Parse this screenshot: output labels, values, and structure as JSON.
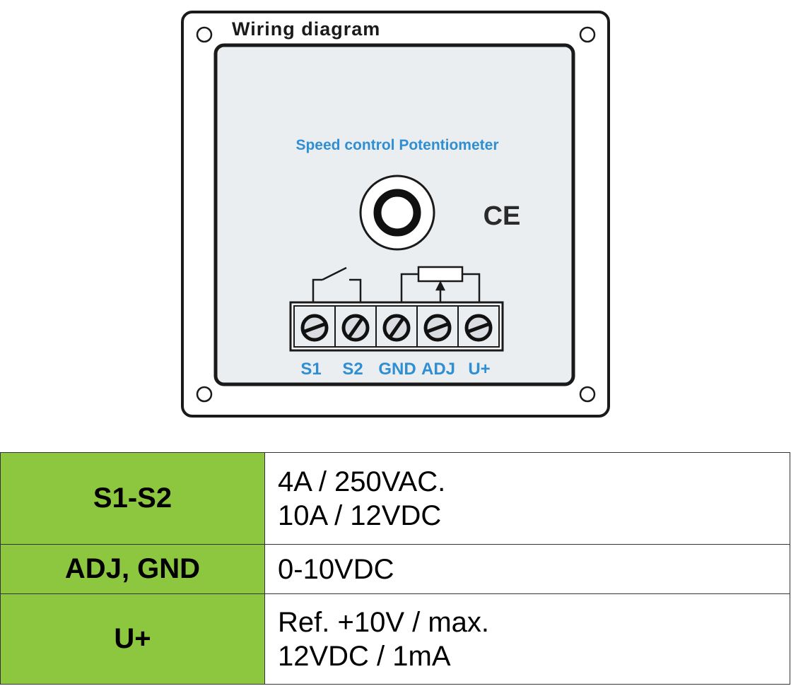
{
  "diagram": {
    "title": "Wiring diagram",
    "subtitle": "Speed control Potentiometer",
    "ce_mark": "CE",
    "terminals": [
      "S1",
      "S2",
      "GND",
      "ADJ",
      "U+"
    ],
    "colors": {
      "label_blue": "#2f8fd2",
      "panel_gray": "#ebeef1",
      "outline": "#1a1a1a"
    }
  },
  "specs": {
    "rows": [
      {
        "key": "S1-S2",
        "lines": [
          "4A / 250VAC.",
          "10A / 12VDC"
        ]
      },
      {
        "key": "ADJ, GND",
        "lines": [
          "0-10VDC"
        ]
      },
      {
        "key": "U+",
        "lines": [
          "Ref. +10V / max.",
          "12VDC / 1mA"
        ]
      }
    ],
    "colors": {
      "key_bg": "#8dc63f"
    }
  }
}
